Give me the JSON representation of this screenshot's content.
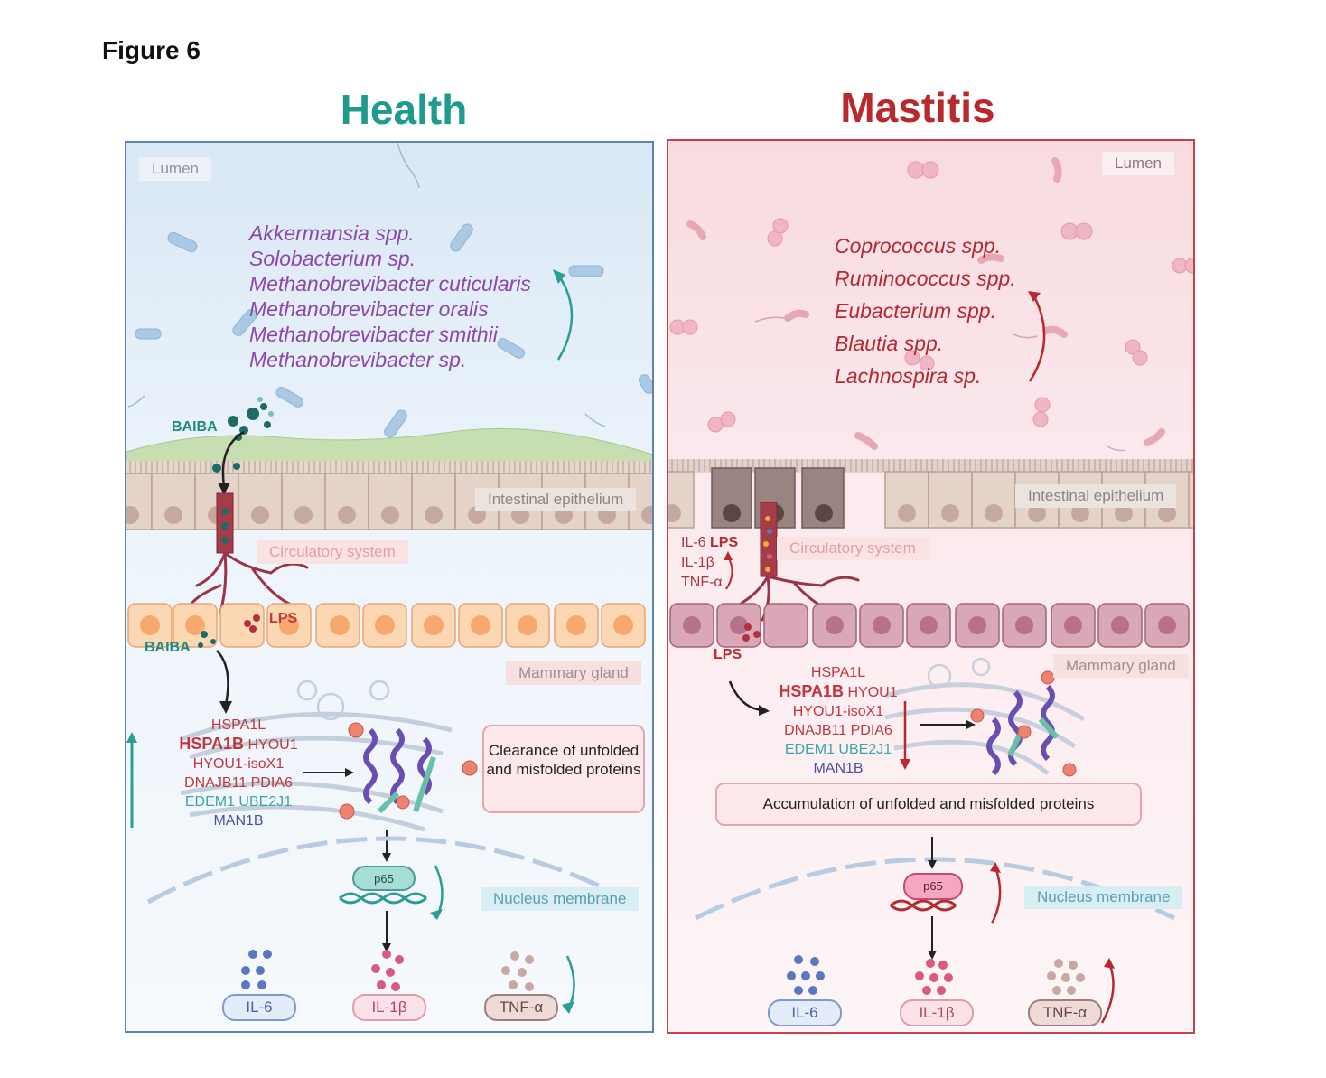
{
  "figure_label": "Figure 6",
  "health": {
    "title": "Health",
    "lumen": "Lumen",
    "bacteria": [
      "Akkermansia spp.",
      "Solobacterium sp.",
      "Methanobrevibacter cuticularis",
      "Methanobrevibacter oralis",
      "Methanobrevibacter smithii",
      "Methanobrevibacter sp."
    ],
    "baiba_top": "BAIBA",
    "baiba_bottom": "BAIBA",
    "epithelium": "Intestinal epithelium",
    "circulatory": "Circulatory system",
    "lps": "LPS",
    "mammary": "Mammary gland",
    "genes": {
      "line1": "HSPA1L",
      "line2_bold": "HSPA1B",
      "line2_rest": " HYOU1",
      "line3": "HYOU1-isoX1",
      "line4": "DNAJB11 PDIA6",
      "line5": "EDEM1 UBE2J1",
      "line6": "MAN1B"
    },
    "clearance": "Clearance of unfolded and misfolded proteins",
    "p65": "p65",
    "nucleus": "Nucleus membrane",
    "cytokines": [
      "IL-6",
      "IL-1β",
      "TNF-α"
    ]
  },
  "mastitis": {
    "title": "Mastitis",
    "lumen": "Lumen",
    "bacteria": [
      "Coprococcus spp.",
      "Ruminococcus spp.",
      "Eubacterium spp.",
      "Blautia spp.",
      "Lachnospira sp."
    ],
    "epithelium": "Intestinal epithelium",
    "circulatory": "Circulatory system",
    "il6": "IL-6",
    "lps_inline": "LPS",
    "il1b": "IL-1β",
    "tnfa": "TNF-α",
    "lps": "LPS",
    "mammary": "Mammary gland",
    "genes": {
      "line1": "HSPA1L",
      "line2_bold": "HSPA1B",
      "line2_rest": " HYOU1",
      "line3": "HYOU1-isoX1",
      "line4": "DNAJB11 PDIA6",
      "line5": "EDEM1 UBE2J1",
      "line6": "MAN1B"
    },
    "accumulation": "Accumulation of unfolded and misfolded proteins",
    "p65": "p65",
    "nucleus": "Nucleus membrane",
    "cytokines": [
      "IL-6",
      "IL-1β",
      "TNF-α"
    ]
  },
  "colors": {
    "health_accent": "#1f9a8f",
    "mastitis_accent": "#b8282c",
    "bacteria_health": "#8c48a8",
    "bacteria_mastitis": "#b52830"
  }
}
